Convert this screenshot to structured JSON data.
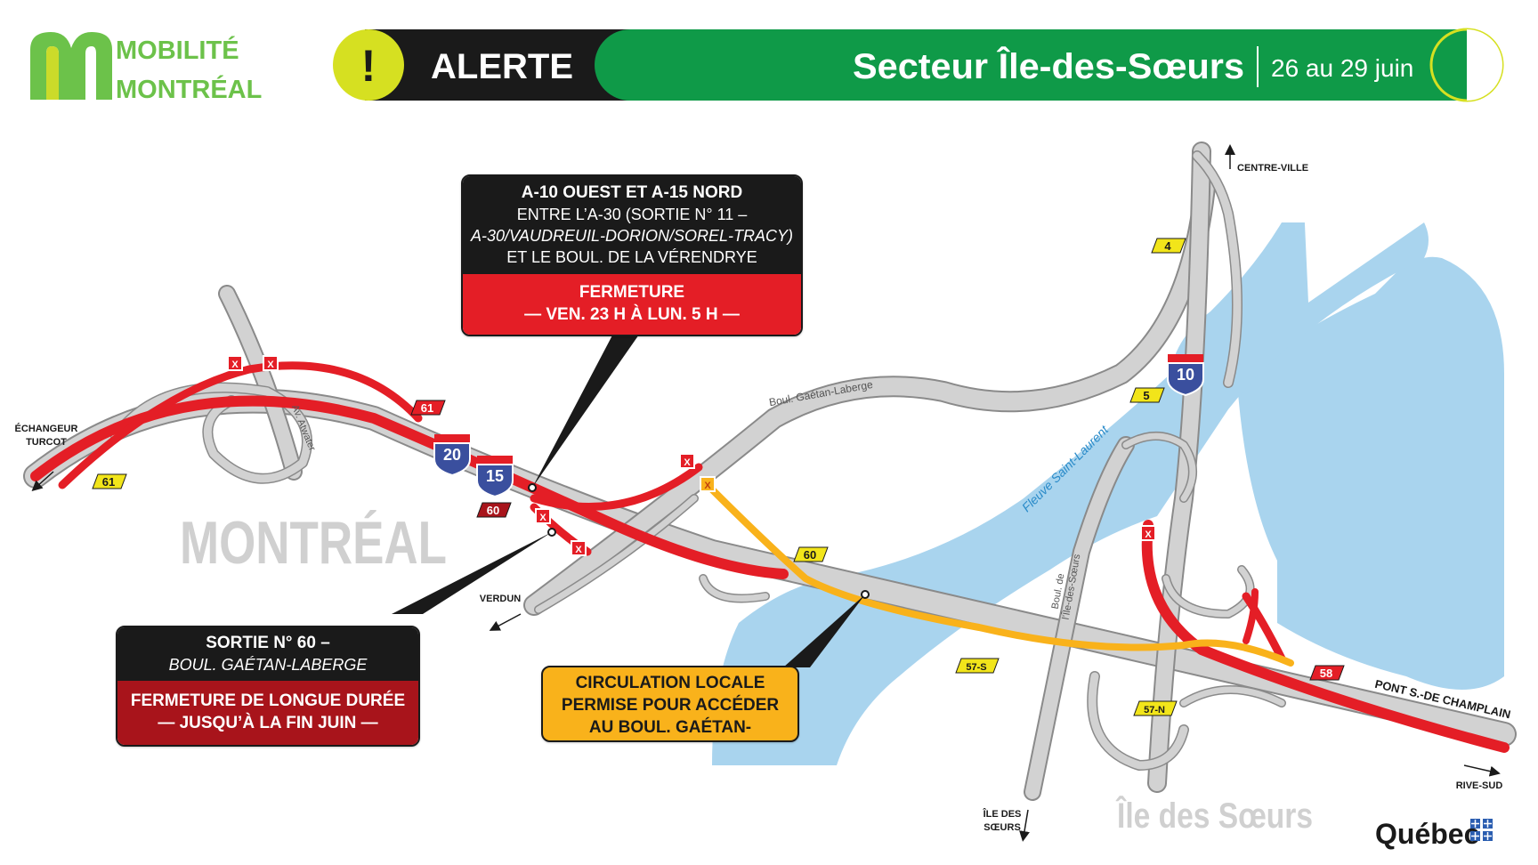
{
  "header": {
    "logo": {
      "line1": "MOBILITÉ",
      "line2": "MONTRÉAL",
      "color_green": "#6cc24a",
      "color_lime": "#cbdb2a"
    },
    "alert_icon": "!",
    "alert_label": "ALERTE",
    "sector_title": "Secteur Île-des-Sœurs",
    "dates": "26 au 29 juin",
    "colors": {
      "banner_green": "#0f9a48",
      "banner_black": "#1a1a1a",
      "lime": "#d6e021"
    }
  },
  "callouts": {
    "closure_a10": {
      "line1": "A-10 OUEST ET A-15 NORD",
      "line2": "ENTRE L’A-30 (SORTIE N° 11 –",
      "line3": "A-30/VAUDREUIL-DORION/SOREL-TRACY)",
      "line4": "ET LE BOUL. DE LA VÉRENDRYE",
      "status": "FERMETURE",
      "period": "— VEN. 23 H À LUN. 5 H —"
    },
    "exit60": {
      "line1": "SORTIE N° 60 –",
      "line2": "BOUL. GAÉTAN-LABERGE",
      "status": "FERMETURE DE LONGUE DURÉE",
      "period": "— JUSQU’À LA FIN JUIN —"
    },
    "local": {
      "line1": "CIRCULATION LOCALE",
      "line2": "PERMISE POUR ACCÉDER",
      "line3": "AU BOUL. GAÉTAN-LABERGE"
    }
  },
  "map": {
    "labels": {
      "montreal": "MONTRÉAL",
      "ile_des_soeurs": "Île des Sœurs",
      "fleuve": "Fleuve Saint-Laurent",
      "centre_ville": "CENTRE-VILLE",
      "echangeur_1": "ÉCHANGEUR",
      "echangeur_2": "TURCOT",
      "verdun": "VERDUN",
      "rive_sud": "RIVE-SUD",
      "ile_des_soeurs_dir_1": "ÎLE DES",
      "ile_des_soeurs_dir_2": "SŒURS",
      "pont": "PONT S.-DE CHAMPLAIN",
      "boul_gaetan": "Boul. Gaétan-Laberge",
      "av_atwater": "Av. Atwater",
      "boul_ile_1": "Boul. de",
      "boul_ile_2": "l’Île-des-Sœurs"
    },
    "exits": {
      "e61_red": "61",
      "e61_yellow": "61",
      "e60_red": "60",
      "e60_yellow": "60",
      "e4": "4",
      "e5": "5",
      "e57s": "57-S",
      "e57n": "57-N",
      "e58": "58"
    },
    "shields": {
      "a20": "20",
      "a15": "15",
      "a10": "10"
    },
    "closure_mark": "X",
    "colors": {
      "water": "#a9d4ee",
      "road_gray": "#c9c9c9",
      "road_edge": "#8a8a8a",
      "closed_red": "#e41e26",
      "local_orange": "#f9b21b",
      "exit_yellow": "#f2e51a",
      "exit_red": "#e41e26",
      "interstate_blue": "#3a4f9e"
    }
  },
  "footer": {
    "quebec": "Québec"
  }
}
